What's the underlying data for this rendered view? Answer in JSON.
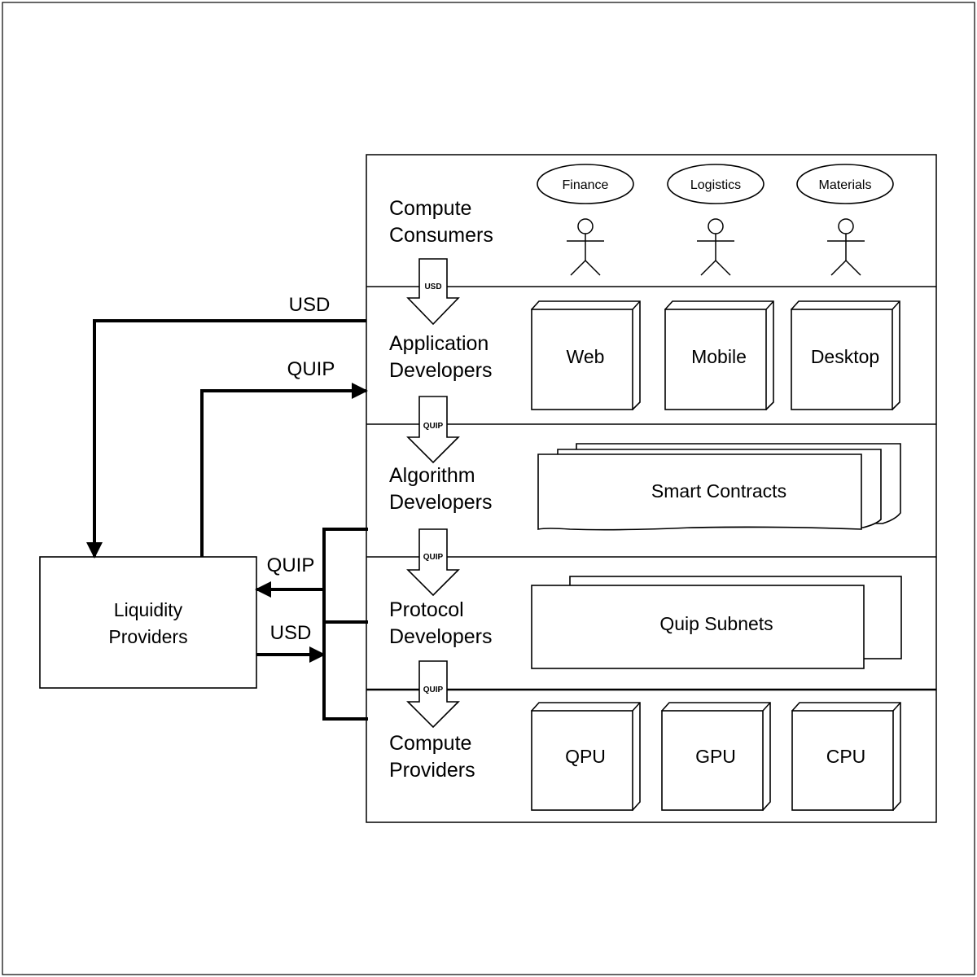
{
  "layers": [
    {
      "line1": "Compute",
      "line2": "Consumers"
    },
    {
      "line1": "Application",
      "line2": "Developers"
    },
    {
      "line1": "Algorithm",
      "line2": "Developers"
    },
    {
      "line1": "Protocol",
      "line2": "Developers"
    },
    {
      "line1": "Compute",
      "line2": "Providers"
    }
  ],
  "consumers": [
    "Finance",
    "Logistics",
    "Materials"
  ],
  "applications": [
    "Web",
    "Mobile",
    "Desktop"
  ],
  "algorithms": {
    "label": "Smart Contracts"
  },
  "protocols": {
    "label": "Quip Subnets"
  },
  "hardware": [
    "QPU",
    "GPU",
    "CPU"
  ],
  "layer_arrows": [
    "USD",
    "QUIP",
    "QUIP",
    "QUIP"
  ],
  "liquidity": {
    "line1": "Liquidity",
    "line2": "Providers"
  },
  "flows": {
    "usd_top": "USD",
    "quip_top": "QUIP",
    "quip_bottom": "QUIP",
    "usd_bottom": "USD"
  }
}
